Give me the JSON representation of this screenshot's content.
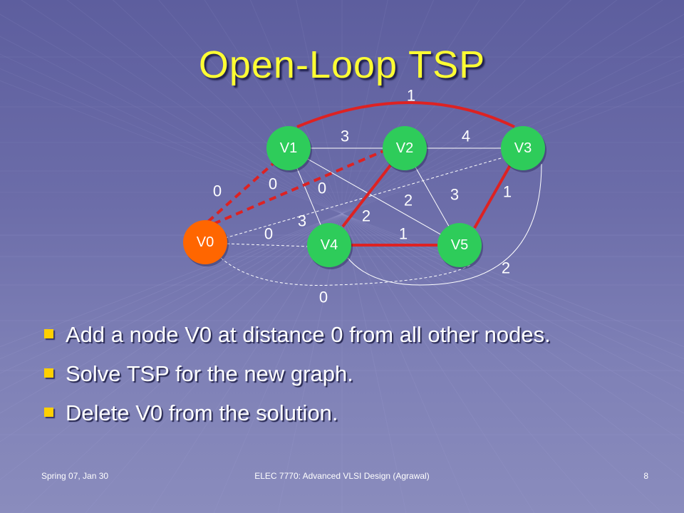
{
  "title": "Open-Loop TSP",
  "colors": {
    "title": "#ffff33",
    "node_fill": "#2ecc5a",
    "extra_node_fill": "#ff6600",
    "tour_edge": "#dd2222",
    "graph_edge": "#ffffff",
    "bullet": "#ffd000"
  },
  "graph": {
    "nodes": [
      {
        "id": "V1",
        "label": "V1"
      },
      {
        "id": "V2",
        "label": "V2"
      },
      {
        "id": "V3",
        "label": "V3"
      },
      {
        "id": "V0",
        "label": "V0"
      },
      {
        "id": "V4",
        "label": "V4"
      },
      {
        "id": "V5",
        "label": "V5"
      }
    ],
    "weight_labels": [
      "1",
      "3",
      "4",
      "0",
      "0",
      "0",
      "2",
      "3",
      "1",
      "3",
      "2",
      "0",
      "1",
      "2",
      "0"
    ]
  },
  "bullets": [
    "Add a node V0 at distance 0 from all other nodes.",
    "Solve TSP for the new graph.",
    "Delete V0 from the solution."
  ],
  "footer": {
    "left": "Spring 07, Jan 30",
    "center": "ELEC 7770: Advanced VLSI Design (Agrawal)",
    "page": "8"
  }
}
